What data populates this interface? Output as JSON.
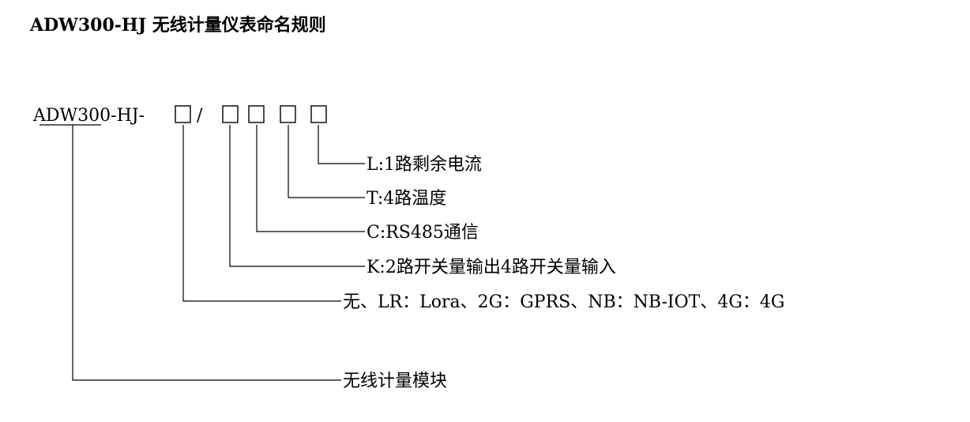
{
  "title": "ADW300-HJ 无线计量仪表命名规则",
  "model_code": {
    "base": "ADW300-HJ-",
    "separator": "/"
  },
  "legend": {
    "leakage": "L:1路剩余电流",
    "temperature": "T:4路温度",
    "rs485": "C:RS485通信",
    "switch_io": "K:2路开关量输出4路开关量输入",
    "comm_options": "无、LR：Lora、2G：GPRS、NB：NB-IOT、4G：4G",
    "module": "无线计量模块"
  }
}
